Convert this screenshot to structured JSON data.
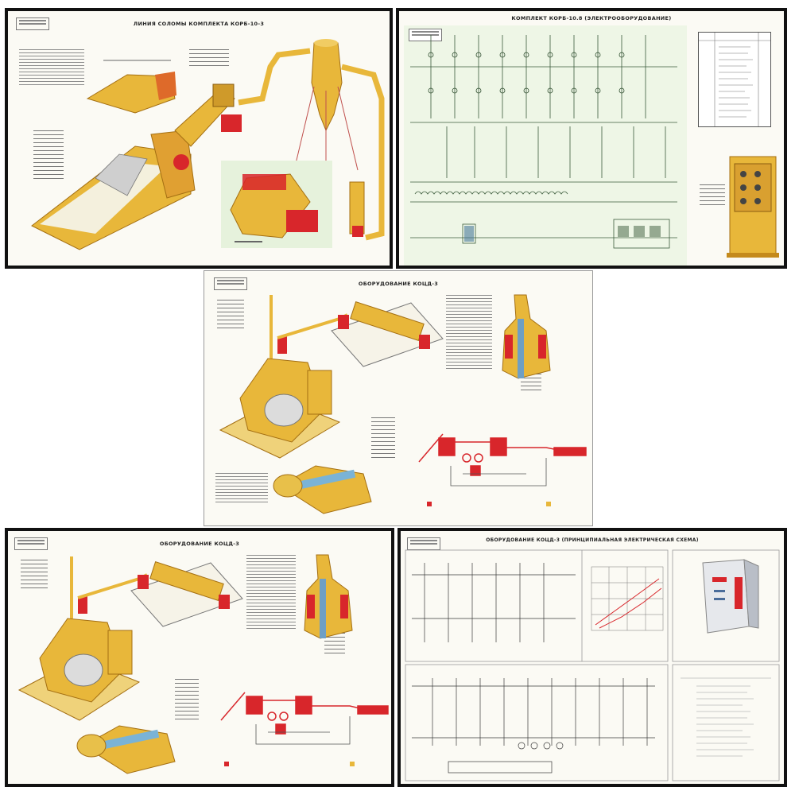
{
  "posters": [
    {
      "id": "p1",
      "title": "ЛИНИЯ СОЛОМЫ КОМПЛЕКТА КОРБ-10-3"
    },
    {
      "id": "p2",
      "title": "КОМПЛЕКТ КОРБ-10.8 (ЭЛЕКТРООБОРУДОВАНИЕ)"
    },
    {
      "id": "p3",
      "title": "ОБОРУДОВАНИЕ КОЦД-3"
    },
    {
      "id": "p4",
      "title": "ОБОРУДОВАНИЕ КОЦД-3"
    },
    {
      "id": "p5",
      "title": "ОБОРУДОВАНИЕ КОЦД-3 (ПРИНЦИПИАЛЬНАЯ ЭЛЕКТРИЧЕСКАЯ СХЕМА)"
    }
  ],
  "colors": {
    "machine_yellow": "#e8b73a",
    "machine_shade": "#c48a1c",
    "accent_red": "#d8262b",
    "schematic_bg": "#eef6e6",
    "frame": "#111111"
  }
}
